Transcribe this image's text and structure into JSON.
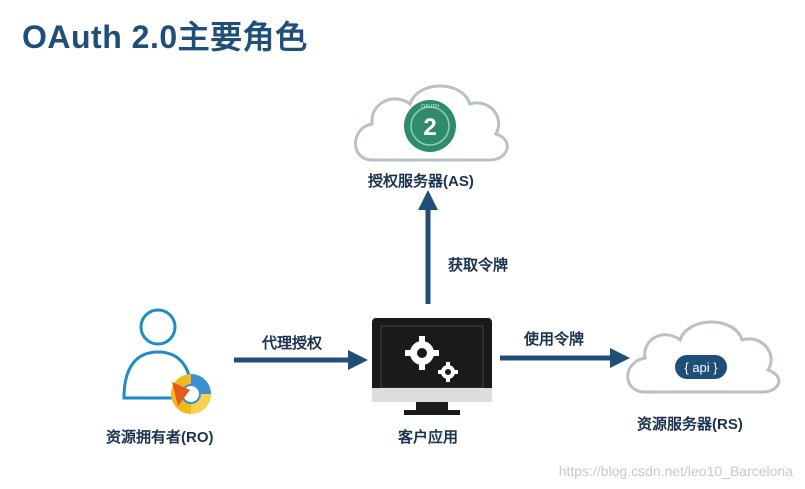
{
  "title": "OAuth 2.0主要角色",
  "nodes": {
    "auth_server": {
      "label": "授权服务器(AS)",
      "badge_number": "2",
      "badge_ring_text": "OAUTH"
    },
    "resource_server": {
      "label": "资源服务器(RS)",
      "badge_text": "{ api }"
    },
    "resource_owner": {
      "label": "资源拥有者(RO)"
    },
    "client": {
      "label": "客户应用"
    }
  },
  "edges": {
    "owner_to_client": "代理授权",
    "client_to_auth": "获取令牌",
    "client_to_resource": "使用令牌"
  },
  "watermark": "https://blog.csdn.net/leo10_Barcelona",
  "colors": {
    "title": "#1f4e79",
    "arrow": "#1f4e79",
    "cloud_stroke": "#b9c0c7",
    "badge_green": "#2e8b6e",
    "api_blue": "#1f4e79"
  }
}
